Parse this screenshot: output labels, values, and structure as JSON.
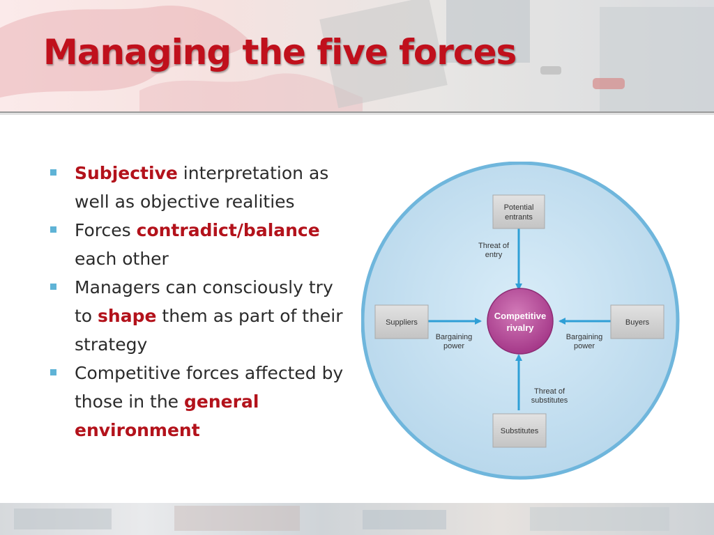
{
  "slide": {
    "title": "Managing the five forces",
    "accent_color": "#c0101c",
    "bullet_color": "#5fb3d6"
  },
  "bullets": [
    {
      "seg1": "Subjective",
      "seg2": " interpretation as well as objective realities",
      "seg3": "",
      "seg4": ""
    },
    {
      "seg1": "Forces ",
      "seg2": "contradict/balance",
      "seg3": " each other",
      "seg4": ""
    },
    {
      "seg1": "Managers can consciously try to ",
      "seg2": "shape",
      "seg3": " them as part of their strategy",
      "seg4": ""
    },
    {
      "seg1": "Competitive forces affected by those in the ",
      "seg2": "general environment",
      "seg3": "",
      "seg4": ""
    }
  ],
  "diagram": {
    "center": {
      "line1": "Competitive",
      "line2": "rivalry"
    },
    "top_box": {
      "line1": "Potential",
      "line2": "entrants"
    },
    "left_box": {
      "label": "Suppliers"
    },
    "right_box": {
      "label": "Buyers"
    },
    "bottom_box": {
      "label": "Substitutes"
    },
    "threat_entry": {
      "line1": "Threat of",
      "line2": "entry"
    },
    "threat_substitutes": {
      "line1": "Threat of",
      "line2": "substitutes"
    },
    "bargaining_left": {
      "line1": "Bargaining",
      "line2": "power"
    },
    "bargaining_right": {
      "line1": "Bargaining",
      "line2": "power"
    },
    "colors": {
      "circle": "#c8e2f2",
      "rim": "#6fb6dc",
      "arrow": "#2f9fd6",
      "center": "#b8479a",
      "box": "#cfcfcf"
    }
  }
}
